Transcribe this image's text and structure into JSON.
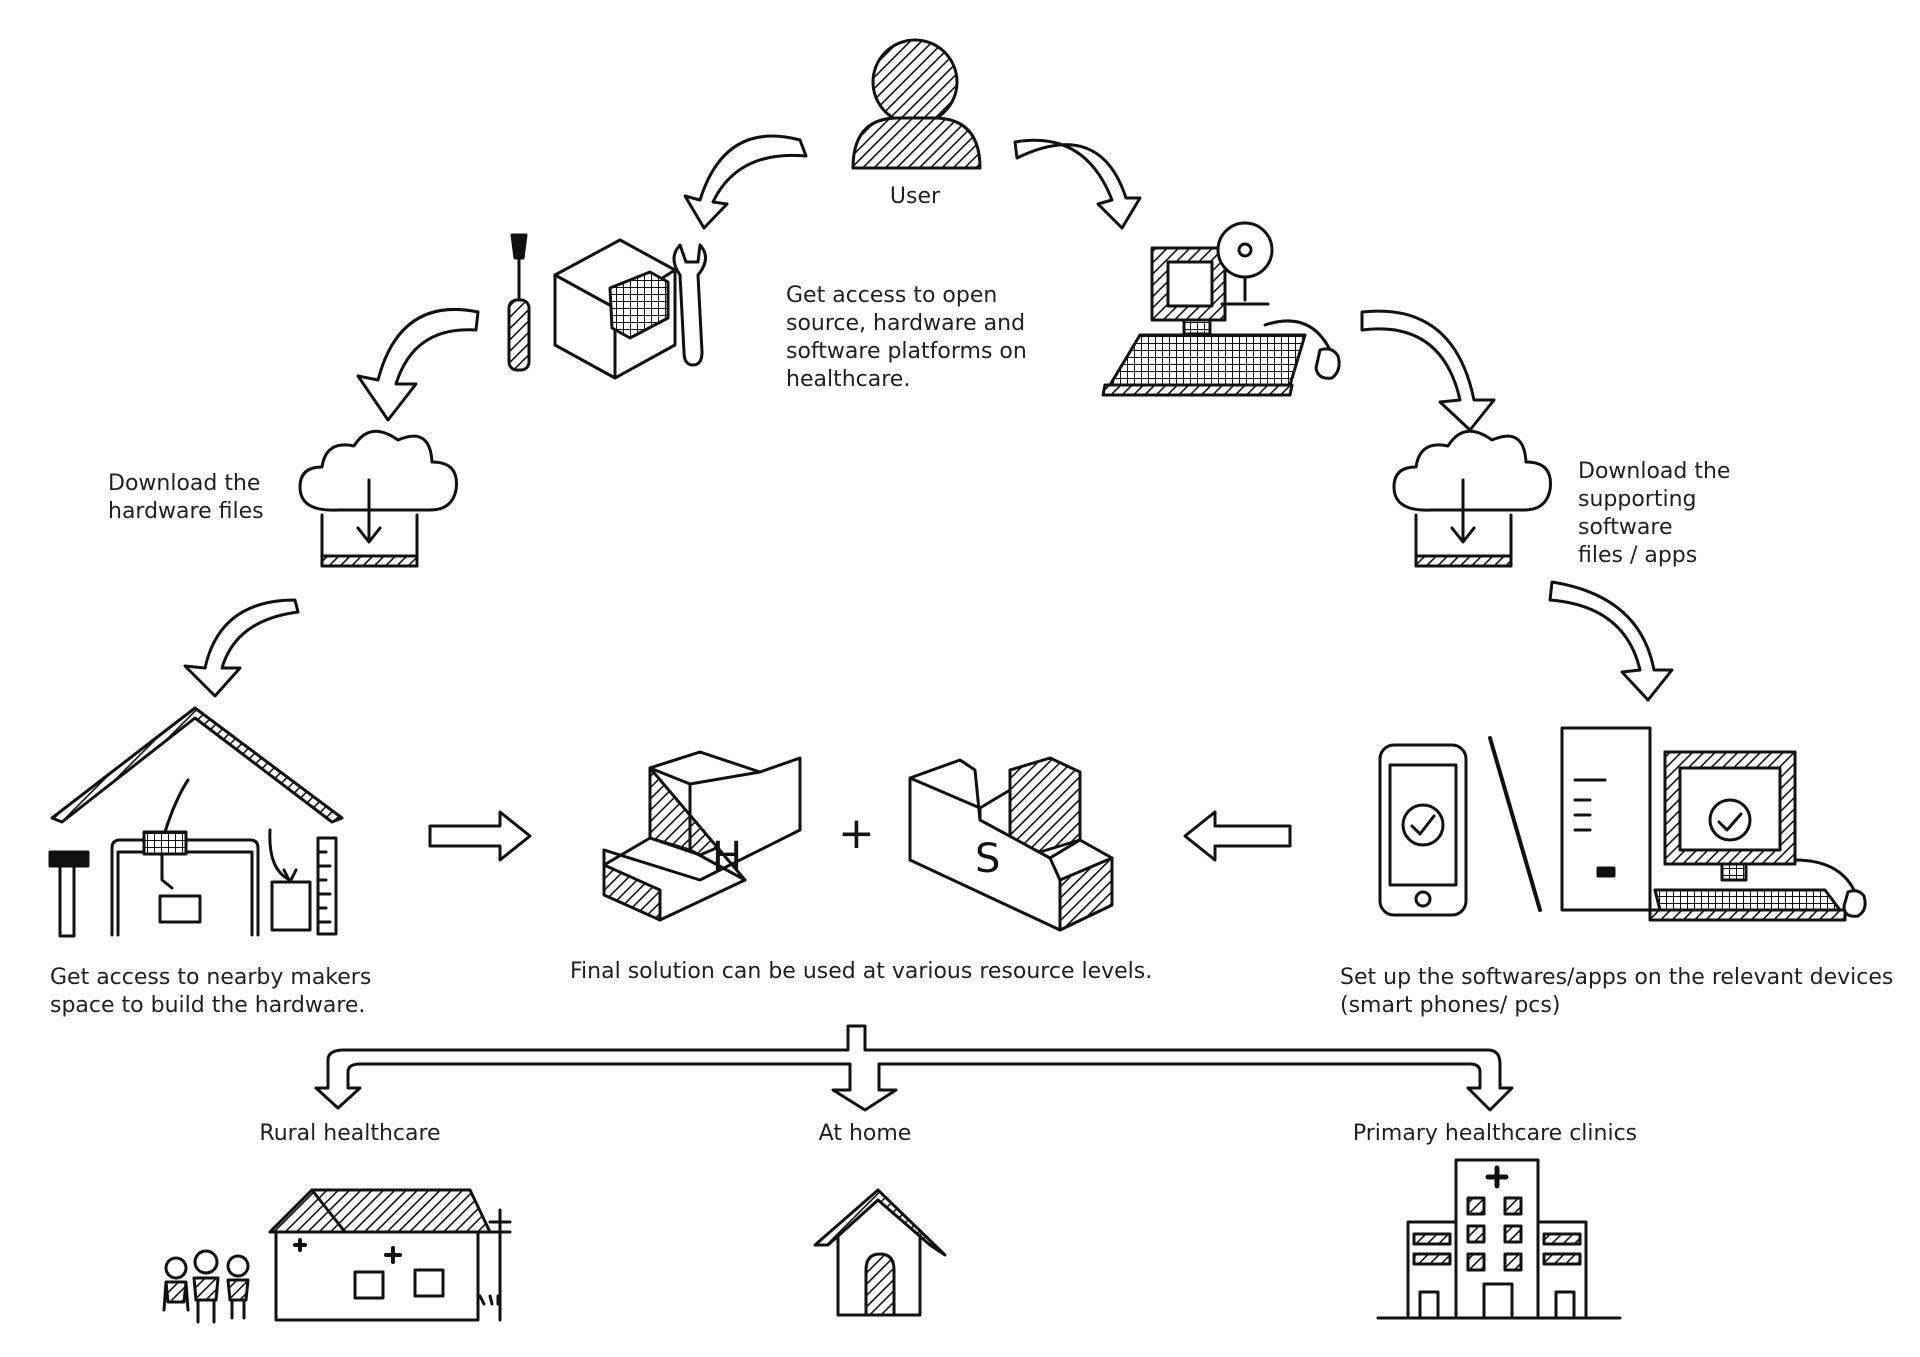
{
  "labels": {
    "user": "User",
    "access_platforms": "Get access to open\nsource, hardware and\nsoftware platforms on\nhealthcare.",
    "download_hardware": "Download the\nhardware files",
    "download_software": "Download the\nsupporting\nsoftware\nfiles / apps",
    "makers_space": "Get access to nearby makers\nspace to build the hardware.",
    "final_solution": "Final solution can be used at various resource levels.",
    "setup_software": "Set up the softwares/apps on the relevant devices\n(smart phones/ pcs)",
    "rural": "Rural healthcare",
    "home": "At home",
    "clinics": "Primary healthcare clinics",
    "block_h": "H",
    "block_s": "S",
    "plus": "+"
  },
  "icons": [
    "user-icon",
    "toolbox-icon",
    "computer-cd-icon",
    "cloud-download-hardware-icon",
    "cloud-download-software-icon",
    "makerspace-icon",
    "hardware-block-icon",
    "software-block-icon",
    "devices-icon",
    "rural-clinic-icon",
    "house-icon",
    "hospital-icon"
  ]
}
